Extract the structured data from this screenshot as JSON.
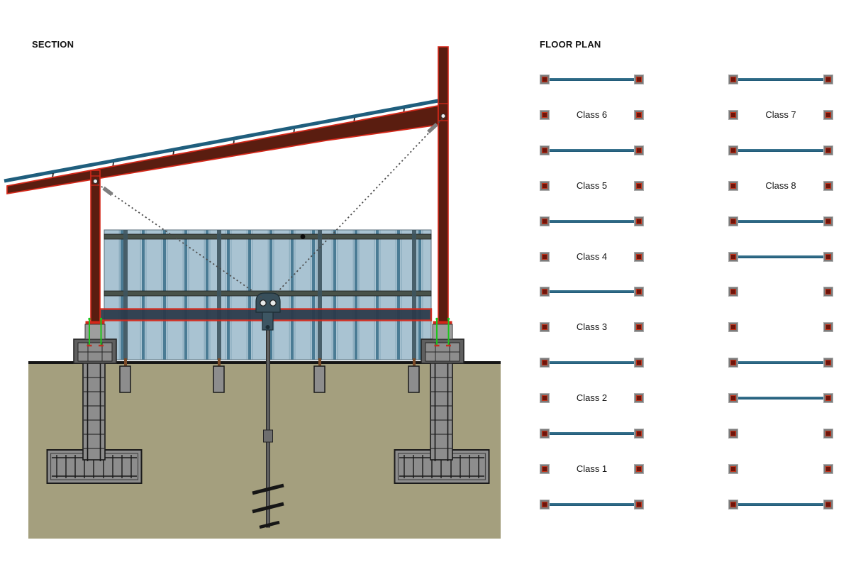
{
  "section": {
    "title": "SECTION"
  },
  "floor_plan": {
    "title": "FLOOR PLAN",
    "groups": [
      {
        "rows": [
          {
            "beam": true,
            "label": null
          },
          {
            "beam": false,
            "label": "Class 6"
          },
          {
            "beam": true,
            "label": null
          },
          {
            "beam": false,
            "label": "Class 5"
          },
          {
            "beam": true,
            "label": null
          },
          {
            "beam": false,
            "label": "Class 4"
          },
          {
            "beam": true,
            "label": null
          },
          {
            "beam": false,
            "label": "Class 3"
          },
          {
            "beam": true,
            "label": null
          },
          {
            "beam": false,
            "label": "Class 2"
          },
          {
            "beam": true,
            "label": null
          },
          {
            "beam": false,
            "label": "Class 1"
          },
          {
            "beam": true,
            "label": null
          }
        ]
      },
      {
        "rows": [
          {
            "beam": true,
            "label": null
          },
          {
            "beam": false,
            "label": "Class 7"
          },
          {
            "beam": true,
            "label": null
          },
          {
            "beam": false,
            "label": "Class 8"
          },
          {
            "beam": true,
            "label": null
          },
          {
            "beam": true,
            "label": null
          },
          {
            "beam": false,
            "label": null
          },
          {
            "beam": false,
            "label": null
          },
          {
            "beam": true,
            "label": null
          },
          {
            "beam": true,
            "label": null
          },
          {
            "beam": false,
            "label": null
          },
          {
            "beam": false,
            "label": null
          },
          {
            "beam": true,
            "label": null
          }
        ]
      }
    ]
  },
  "colors": {
    "text": "#141414",
    "steel_outline": "#d5281a",
    "steel_fill": "#5a1d10",
    "roof_sheet": "#1f5e7d",
    "beam_teal": "#1e5877",
    "panel_base": "#a9c3d2",
    "panel_rib": "#4a7b94",
    "panel_rib_thin": "#8fafc0",
    "ground": "#a49f7e",
    "ground_line": "#161616",
    "concrete": "#8d8d8d",
    "concrete_dark": "#5f5f5f",
    "navy_band": "#2b3a4a",
    "rail": "#48524a",
    "post": "#3d545e",
    "bolt_green": "#1dc51d",
    "marker_gray": "#7b7b7b",
    "marker_red": "#6f150b",
    "marker_red_border": "#c5341a",
    "cable": "#4d4d4d"
  }
}
